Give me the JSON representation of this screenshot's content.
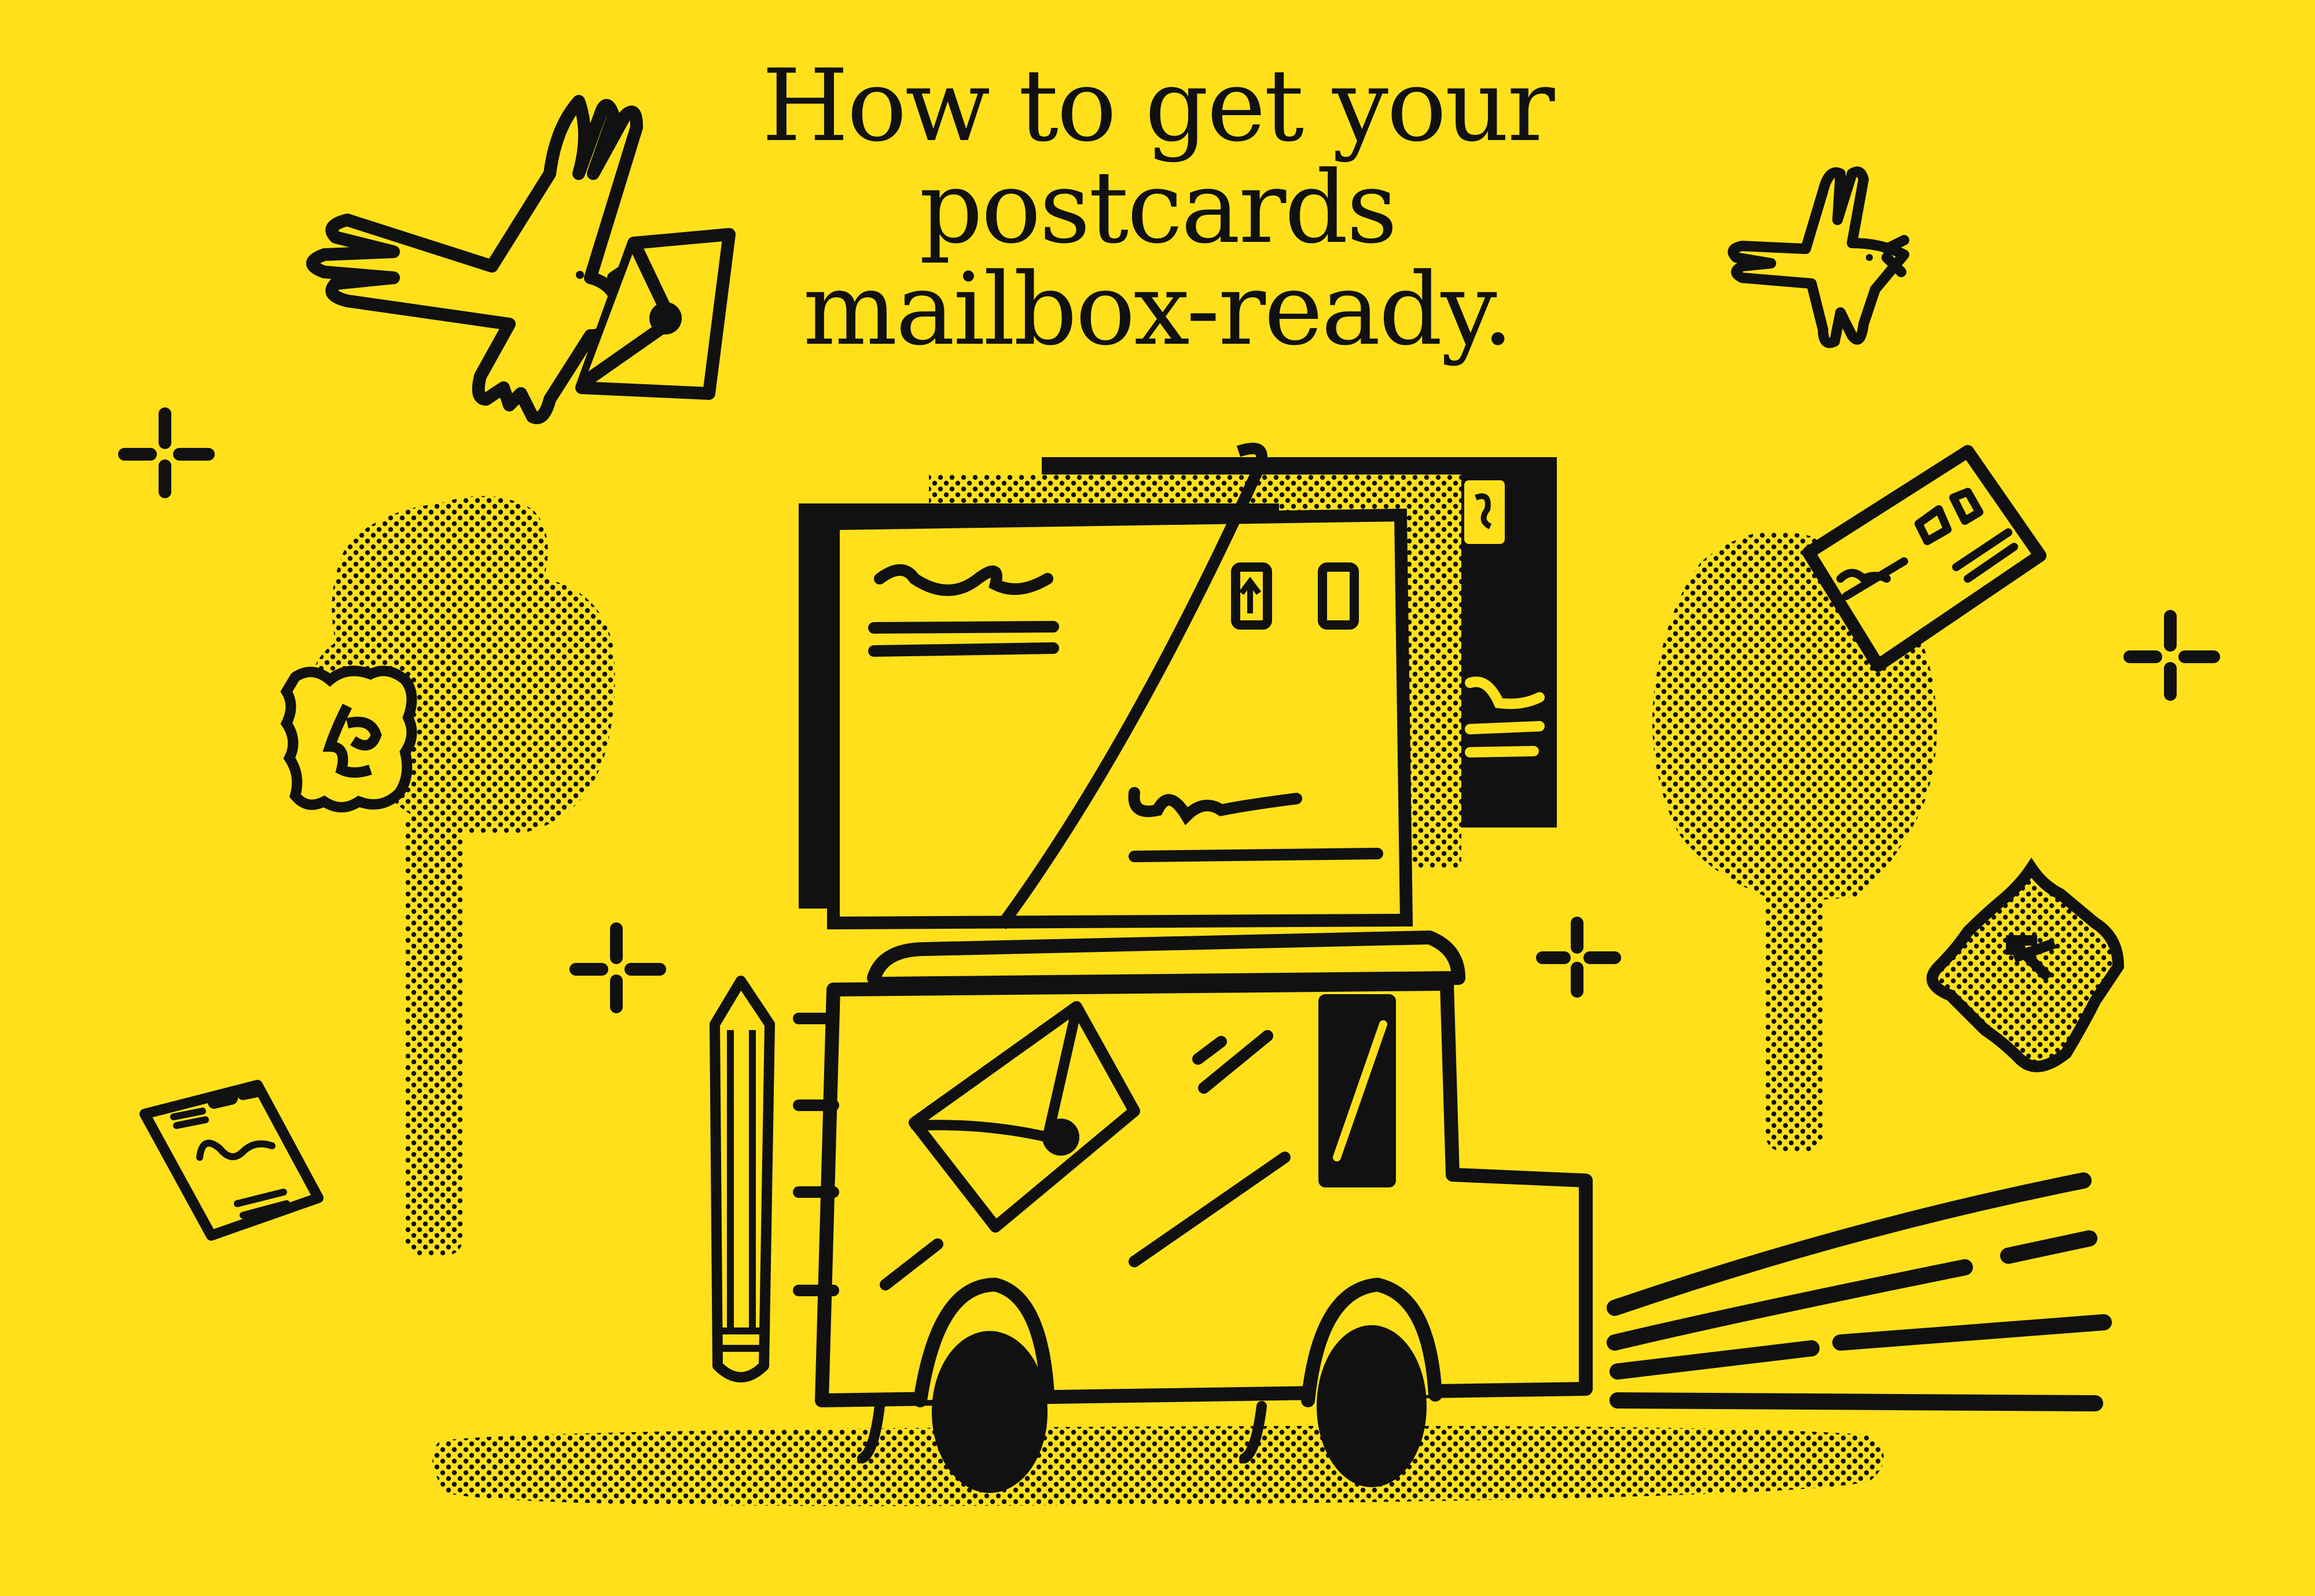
{
  "headline": {
    "line1": "How to get your",
    "line2": "postcards",
    "line3": "mailbox-ready."
  },
  "colors": {
    "background": "#FFE01B",
    "ink": "#111111"
  },
  "illustration": {
    "elements": [
      "bird-carrying-envelope",
      "small-bird",
      "postcard-stack",
      "mail-truck",
      "pencil-ladder",
      "envelope-decal",
      "halftone-trees",
      "stamps",
      "postcards",
      "sparkles",
      "speed-lines",
      "halftone-road-shadow"
    ]
  }
}
